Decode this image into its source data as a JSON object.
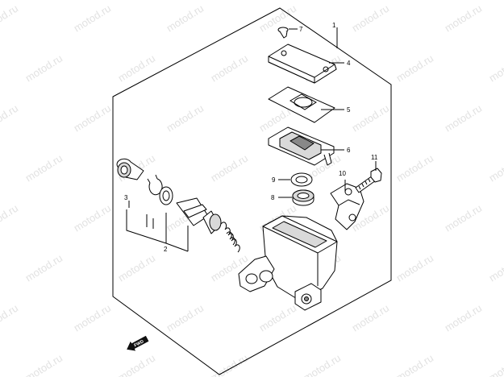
{
  "watermark": "motod.ru",
  "callouts": {
    "c1": "1",
    "c2": "2",
    "c3": "3",
    "c4": "4",
    "c5": "5",
    "c6": "6",
    "c7": "7",
    "c8": "8",
    "c9": "9",
    "c10": "10",
    "c11": "11"
  },
  "fwd_label": "FWD"
}
